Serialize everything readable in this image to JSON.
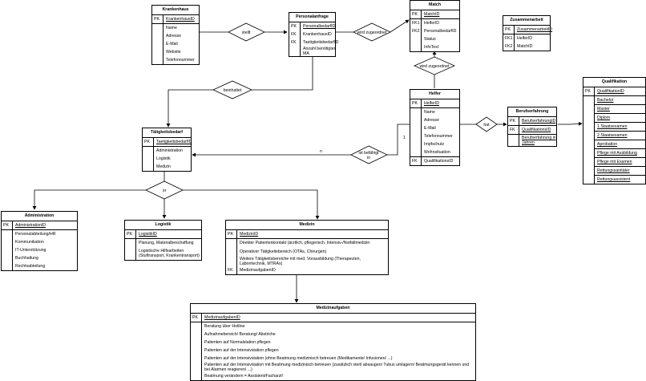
{
  "entities": {
    "krankenhaus": {
      "title": "Krankenhaus",
      "pk_key": "PK",
      "pk": "KrankenhausID",
      "attrs": [
        "Name",
        "Adresse",
        "E-Mail",
        "Website",
        "Telefonnummer"
      ]
    },
    "personalanfrage": {
      "title": "Personalanfrage",
      "rows": [
        {
          "key": "PK",
          "name": "PersonalbedarfID"
        },
        {
          "key": "FK",
          "name": "KrankenhausID"
        },
        {
          "key": "FK",
          "name": "TaetigkeitsbedarfID"
        },
        {
          "key": "",
          "name": "Anzahl benötigter MA"
        }
      ]
    },
    "match": {
      "title": "Match",
      "pk_key": "PK",
      "pk": "MatchID",
      "rows": [
        {
          "key": "FK1",
          "name": "HelferID"
        },
        {
          "key": "FK2",
          "name": "PersonalbedarfID"
        },
        {
          "key": "",
          "name": "Status"
        },
        {
          "key": "",
          "name": "InfoText"
        }
      ]
    },
    "zusammenarbeit": {
      "title": "Zusammenarbeit",
      "pk_key": "PK",
      "pk": "ZusammenarbeitID",
      "rows": [
        {
          "key": "FK1",
          "name": "HelferID"
        },
        {
          "key": "FK2",
          "name": "MatchID"
        }
      ]
    },
    "qualifikation": {
      "title": "Qualifikation",
      "pk_key": "PK",
      "pk": "QualifikationID",
      "attrs": [
        "Bachelor",
        "Master",
        "Diplom",
        "1.Staatsexamen",
        "2.Staatsexamen",
        "Aprobation",
        "Pflege mit Ausbildung",
        "Pflege mit Examen",
        "Rettungssanitäter",
        "Rettungsassistent"
      ]
    },
    "helfer": {
      "title": "Helfer",
      "pk_key": "PK",
      "pk": "HelferID",
      "attrs": [
        "Name",
        "Adresse",
        "E-Mail",
        "Telefonnummer",
        "Impfschutz",
        "Wohnsituation"
      ],
      "fk_key": "FK",
      "fk": "QualifikationsID"
    },
    "berufserfahrung": {
      "title": "Berufserfahrung",
      "rows": [
        {
          "key": "PK",
          "name": "BerufserfahrungID"
        },
        {
          "key": "FK",
          "name": "QualifikationsID"
        },
        {
          "key": "",
          "name": "Berufserfahrung in Jahren"
        }
      ]
    },
    "taetigkeitsbedarf": {
      "title": "Tätigkeitsbedarf",
      "pk_key": "PK",
      "pk": "TaetigkeitsbedarfID",
      "attrs": [
        "Administration",
        "Logistik",
        "Medizin"
      ]
    },
    "administration": {
      "title": "Administration",
      "pk_key": "PK",
      "pk": "AdministrationID",
      "attrs": [
        "Personalabteilung/HR",
        "Kommunikation",
        "IT-Unterstützung",
        "Buchhaltung",
        "Rechtsabteilung"
      ]
    },
    "logistik": {
      "title": "Logistik",
      "pk_key": "PK",
      "pk": "LogistikID",
      "attrs": [
        "Planung, Materialbeschaffung",
        "Logistische Hilfsarbeiten (Stuftransport, Krankentransport)"
      ]
    },
    "medizin": {
      "title": "Medizin",
      "pk_key": "PK",
      "pk": "MedizinID",
      "attrs": [
        "Direkter Patientenkontakt (ärztlich, pflegerisch, Intensiv-/Notfallmedizin",
        "Operativer Tätigkeitsbereich (OTAs, Chirurgen)",
        "Weitere Tätigkeitsbereiche mit med. Vorausbildung (Therapeuten, Laborrtechnik, MTRAs)"
      ],
      "fk_key": "FK",
      "fk": "MedizinaufgabenID"
    },
    "medizinaufgaben": {
      "title": "Medizinaufgaben",
      "pk_key": "PK",
      "pk": "MedizinaufgabenID",
      "attrs": [
        "Beratung über Hotline",
        "Aufnahmebereich/ Beratung/ Abstriche",
        "Patienten auf Normalstation pflegen",
        "Patienten auf der Intensivstation pflegen",
        "Patienten auf der Intensivstation (ohne Beatmung medizinisch betreuen (Medikamente/ Infusionen/ ...)",
        "Patienten auf der Intensivstation mit Beatmung medizinisch betreuen (zusätzlich steril absaugen/ Tubus umlagern/ Beatmungsgerät kennen und bei Alarmen reagieren/ ...)",
        "Beatmung verändern = Assistent/Facharzt!"
      ]
    }
  },
  "relations": {
    "stellt": "stellt",
    "wird_zugeordnet_1": "wird zugeordnet",
    "wird_zugeordnet_2": "wird zugeordnet",
    "beinhaltet": "beinhaltet",
    "hat": "hat",
    "ist_befaehigt": "ist befähigt",
    "ist_befaehigt_2": "in",
    "or": "or"
  },
  "cardinalities": {
    "helfer_n": "n",
    "helfer_1": "1"
  }
}
